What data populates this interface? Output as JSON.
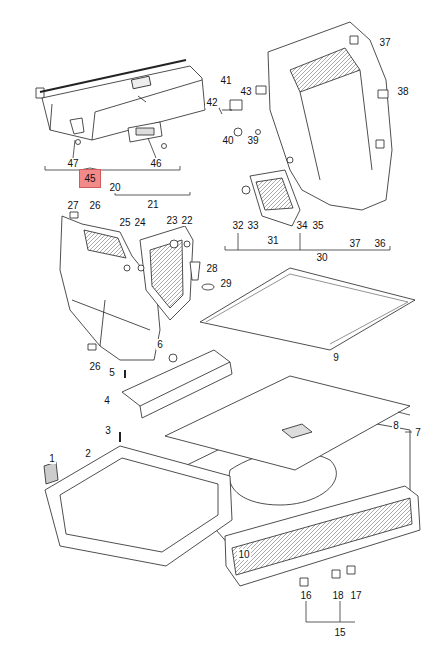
{
  "diagram": {
    "nodes": [
      {
        "text": [
          "45"
        ]
      }
    ],
    "labels": [
      "47",
      "46",
      "20",
      "27",
      "26",
      "21",
      "25",
      "24",
      "23",
      "22",
      "28",
      "29",
      "26",
      "6",
      "5",
      "4",
      "3",
      "1",
      "2",
      "41",
      "42",
      "43",
      "37",
      "38",
      "40",
      "39",
      "32",
      "33",
      "34",
      "35",
      "31",
      "30",
      "37",
      "36",
      "9",
      "8",
      "7",
      "10",
      "15",
      "16",
      "18",
      "17"
    ]
  }
}
